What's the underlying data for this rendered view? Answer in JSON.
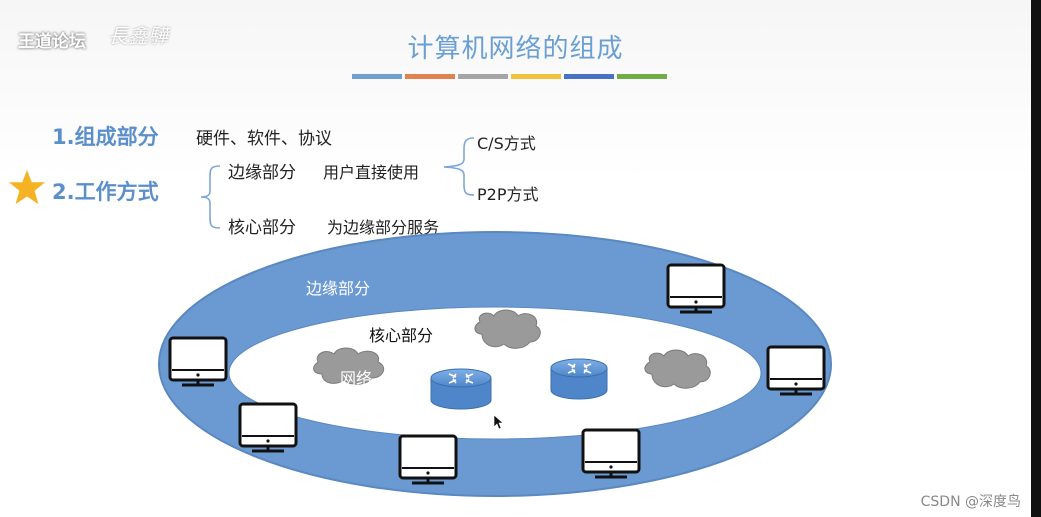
{
  "logo": {
    "brand": "王道论坛",
    "script_mark": "長鑫驊"
  },
  "title": "计算机网络的组成",
  "title_bar_colors": [
    "#6fa0d0",
    "#df8450",
    "#a5a5a5",
    "#f2c23c",
    "#4a72c3",
    "#70ad47"
  ],
  "section1": {
    "heading": "1.组成部分",
    "text": "硬件、软件、协议"
  },
  "section2": {
    "heading": "2.工作方式",
    "edge": {
      "label": "边缘部分",
      "text": "用户直接使用",
      "modes": [
        "C/S方式",
        "P2P方式"
      ]
    },
    "core": {
      "label": "核心部分",
      "text": "为边缘部分服务"
    }
  },
  "diagram": {
    "edge_label": "边缘部分",
    "core_label": "核心部分",
    "cloud_label": "网络"
  },
  "watermark": "CSDN @深度鸟",
  "colors": {
    "accent": "#6a9fd4",
    "ring": "#6a9ad1",
    "star": "#f5b324",
    "brace": "#7ea6d6"
  }
}
